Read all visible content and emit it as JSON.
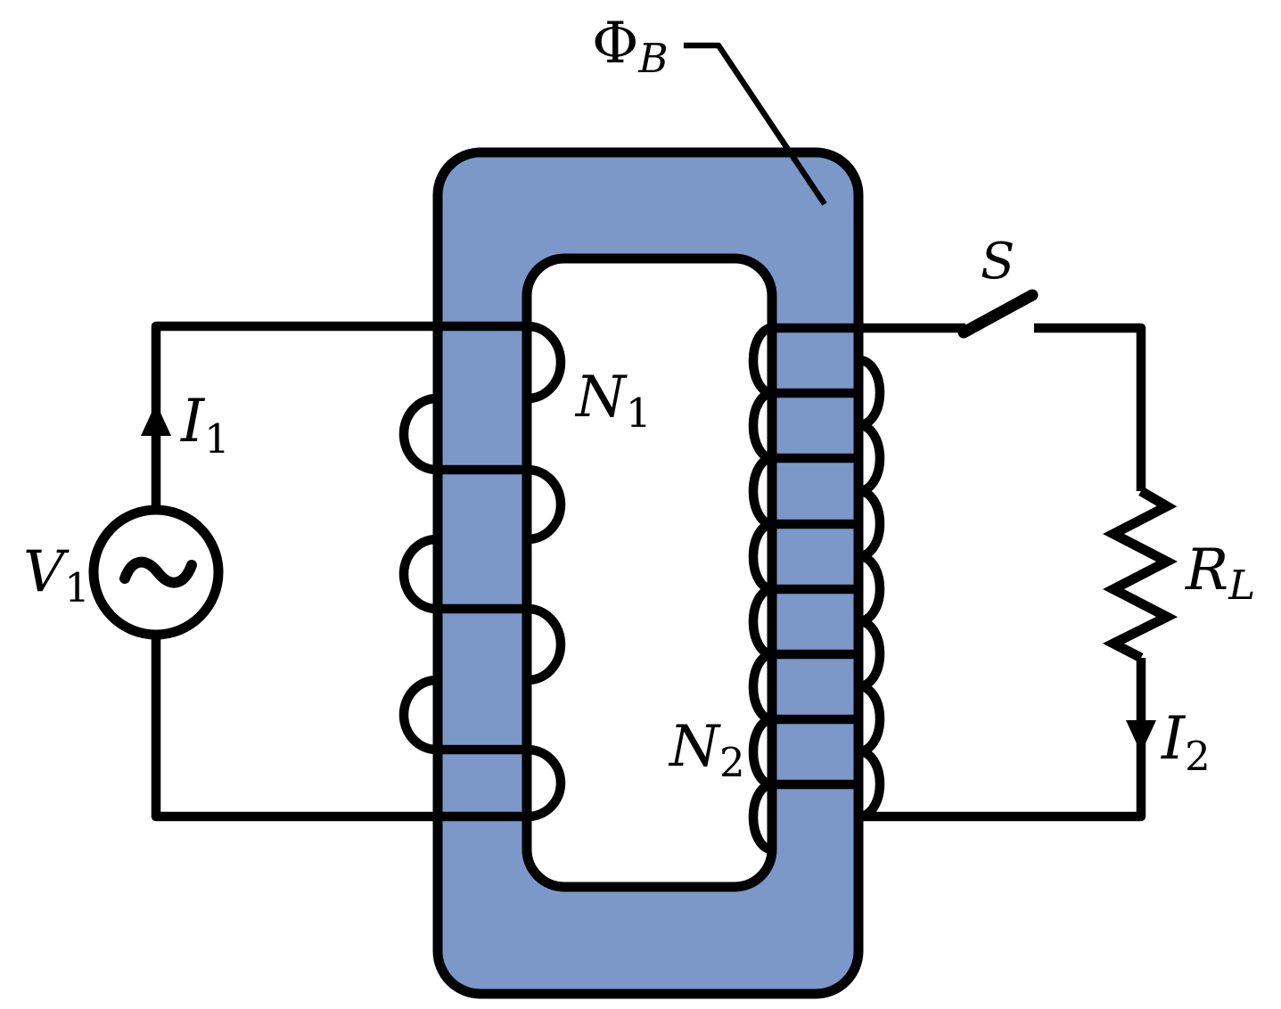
{
  "diagram": {
    "type": "transformer-circuit",
    "colors": {
      "core_fill": "#7C98C9",
      "line": "#000000",
      "background": "#FFFFFF"
    },
    "labels": {
      "flux": {
        "main": "Φ",
        "sub": "B"
      },
      "primary_turns": {
        "main": "N",
        "sub": "1"
      },
      "secondary_turns": {
        "main": "N",
        "sub": "2"
      },
      "source_voltage": {
        "main": "V",
        "sub": "1"
      },
      "primary_current": {
        "main": "I",
        "sub": "1"
      },
      "secondary_current": {
        "main": "I",
        "sub": "2"
      },
      "switch": {
        "main": "S"
      },
      "load_resistor": {
        "main": "R",
        "sub": "L"
      }
    }
  }
}
